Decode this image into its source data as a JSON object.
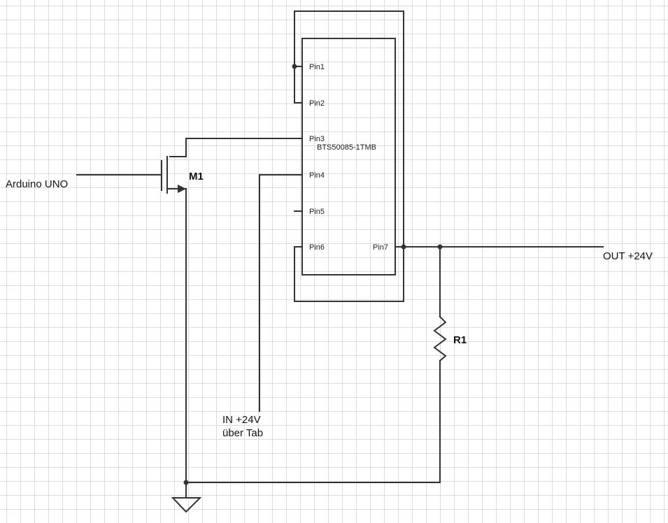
{
  "chip": {
    "name": "BTS50085-1TMB",
    "pins": {
      "pin1": "Pin1",
      "pin2": "Pin2",
      "pin3": "Pin3",
      "pin4": "Pin4",
      "pin5": "Pin5",
      "pin6": "Pin6",
      "pin7": "Pin7"
    }
  },
  "mosfet": {
    "label": "M1"
  },
  "resistor": {
    "label": "R1"
  },
  "labels": {
    "arduino": "Arduino UNO",
    "out": "OUT +24V",
    "in_line1": "IN +24V",
    "in_line2": "über Tab"
  },
  "colors": {
    "wire": "#333333",
    "grid": "#dcdcdc",
    "background": "#ffffff"
  }
}
